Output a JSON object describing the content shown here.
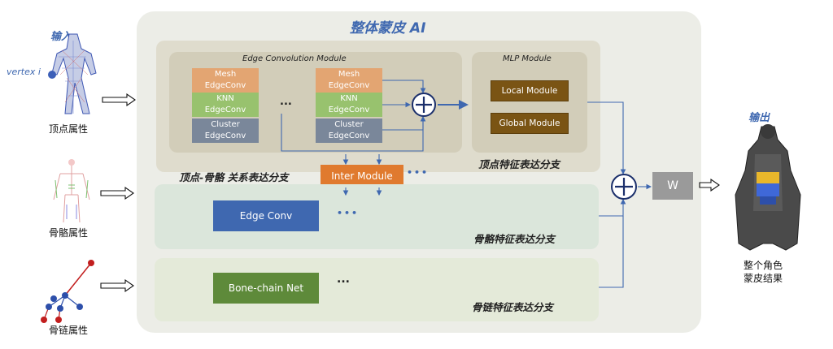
{
  "title": "整体蒙皮 AI",
  "inputs": {
    "header": "输入",
    "vertex_label": "vertex i",
    "labels": [
      "顶点属性",
      "骨骼属性",
      "骨链属性"
    ]
  },
  "output": {
    "header": "输出",
    "result_line1": "整个角色",
    "result_line2": "蒙皮结果"
  },
  "edge_conv_module": {
    "title": "Edge Convolution Module",
    "col1": [
      [
        "Mesh",
        "EdgeConv"
      ],
      [
        "KNN",
        "EdgeConv"
      ],
      [
        "Cluster",
        "EdgeConv"
      ]
    ],
    "col2": [
      [
        "Mesh",
        "EdgeConv"
      ],
      [
        "KNN",
        "EdgeConv"
      ],
      [
        "Cluster",
        "EdgeConv"
      ]
    ],
    "ellipsis": "..."
  },
  "mlp_module": {
    "title": "MLP Module",
    "local": "Local Module",
    "global": "Global Module"
  },
  "branches": {
    "vertex": "顶点特征表达分支",
    "relation": "顶点-骨骼 关系表达分支",
    "bone": "骨骼特征表达分支",
    "chain": "骨链特征表达分支"
  },
  "inter_module": "Inter Module",
  "inter_dots": "•••",
  "edge_conv": "Edge Conv",
  "edge_conv_dots": "•••",
  "bone_chain": "Bone-chain Net",
  "bone_chain_dots": "...",
  "w_label": "W",
  "plus": "+",
  "colors": {
    "blue": "#3f68b0",
    "orange": "#e07a2e",
    "green": "#5e8a3a",
    "brown": "#7a5414"
  }
}
